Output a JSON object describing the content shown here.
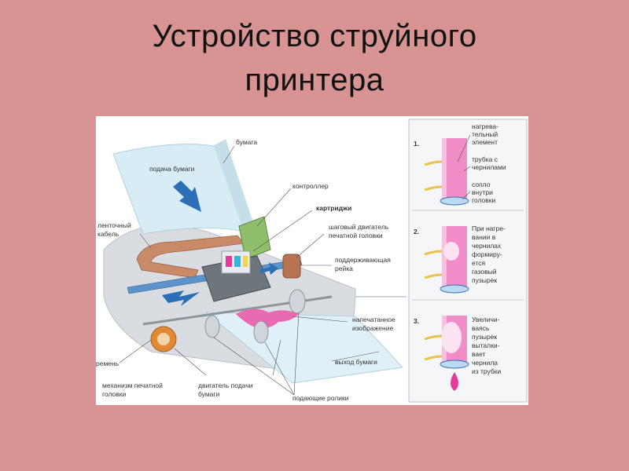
{
  "slide": {
    "title_line1": "Устройство струйного",
    "title_line2": "принтера"
  },
  "labels": {
    "paper": "бумага",
    "paper_feed": "подача бумаги",
    "controller": "контроллер",
    "cartridges": "картриджи",
    "ribbon_cable_1": "ленточный",
    "ribbon_cable_2": "кабель",
    "stepper_1": "шаговый двигатель",
    "stepper_2": "печатной головки",
    "rail_1": "поддерживающая",
    "rail_2": "рейка",
    "printed_1": "напечатанное",
    "printed_2": "изображение",
    "belt": "ремень",
    "output": "выход бумаги",
    "head_mech_1": "механизм печатной",
    "head_mech_2": "головки",
    "feed_motor_1": "двигатель подачи",
    "feed_motor_2": "бумаги",
    "rollers": "подающие ролики"
  },
  "steps": [
    {
      "num": "1.",
      "lines": [
        "нагрева-",
        "тельный",
        "элемент",
        "",
        "трубка с",
        "чернилами",
        "",
        "сопло",
        "внутри",
        "головки"
      ]
    },
    {
      "num": "2.",
      "lines": [
        "При нагре-",
        "вании в",
        "чернилах",
        "формиру-",
        "ется",
        "газовый",
        "пузырек"
      ]
    },
    {
      "num": "3.",
      "lines": [
        "Увеличи-",
        "ваясь",
        "пузырек",
        "выталки-",
        "вает",
        "чернила",
        "из трубки"
      ]
    }
  ],
  "colors": {
    "background": "#d79492",
    "paper": "#d7ecf5",
    "ink_tube": "#f08cc8",
    "ink_magenta": "#e8389a",
    "arrow_blue": "#2a6fb8",
    "ribbon_copper": "#c98a67"
  }
}
